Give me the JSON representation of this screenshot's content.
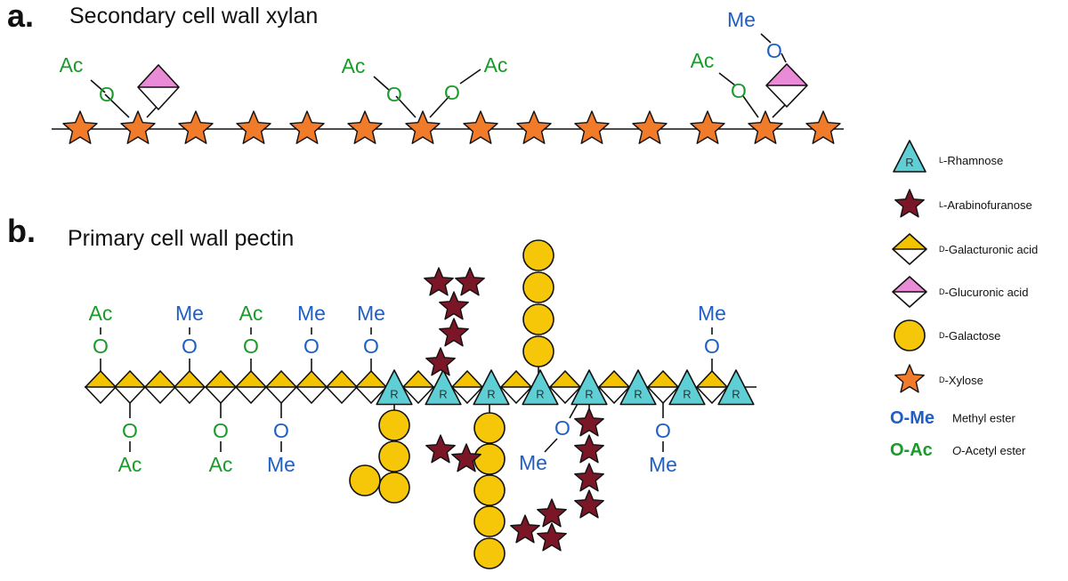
{
  "panels": {
    "a": {
      "letter": "a.",
      "title": "Secondary cell wall xylan"
    },
    "b": {
      "letter": "b.",
      "title": "Primary cell wall pectin"
    }
  },
  "colors": {
    "xylose": "#f07b2a",
    "arabinose": "#7a1626",
    "rhamnose": "#5fcfd6",
    "galacturonic": "#f3c300",
    "glucuronic": "#e98bd6",
    "galactose": "#f6c708",
    "methyl": "#1f5fc4",
    "acetyl": "#1a9a2a"
  },
  "labels": {
    "acetyl_group": "Ac",
    "methyl_group": "Me",
    "oxygen": "O",
    "rhamnose_mark": "R"
  },
  "legend": [
    {
      "symbol": "rhamnose",
      "prefix": "L",
      "text": "-Rhamnose"
    },
    {
      "symbol": "arabinose",
      "prefix": "L",
      "text": "-Arabinofuranose"
    },
    {
      "symbol": "galacturonic",
      "prefix": "D",
      "text": "-Galacturonic acid"
    },
    {
      "symbol": "glucuronic",
      "prefix": "D",
      "text": "-Glucuronic acid"
    },
    {
      "symbol": "galactose",
      "prefix": "D",
      "text": "-Galactose"
    },
    {
      "symbol": "xylose",
      "prefix": "D",
      "text": "-Xylose"
    },
    {
      "symbol": "methyl",
      "abbr": "O-Me",
      "text": "Methyl ester"
    },
    {
      "symbol": "acetyl",
      "abbr": "O-Ac",
      "prefix_italic": "O",
      "text": "-Acetyl ester"
    }
  ]
}
